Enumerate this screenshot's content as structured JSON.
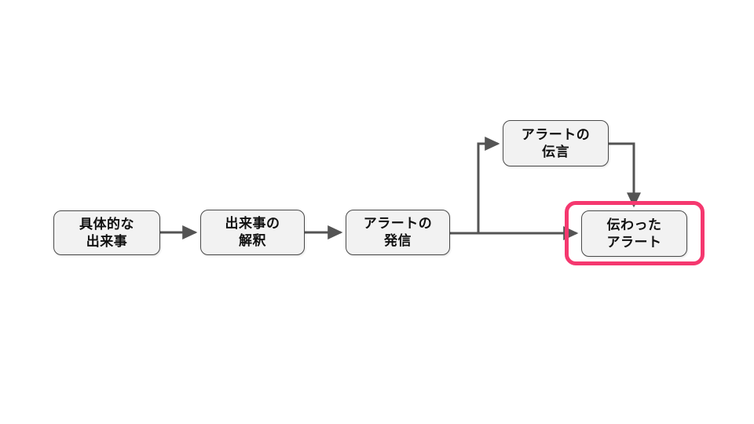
{
  "diagram": {
    "title": "alert-communication-flow",
    "background_color": "#ffffff",
    "node_fill_color": "#f2f2f2",
    "node_border_color": "#4a4a4a",
    "arrow_color": "#545454",
    "highlight_color": "#f5386f",
    "nodes": [
      {
        "id": "concrete-event",
        "line1": "具体的な",
        "line2": "出来事",
        "highlighted": false
      },
      {
        "id": "event-interpretation",
        "line1": "出来事の",
        "line2": "解釈",
        "highlighted": false
      },
      {
        "id": "alert-sending",
        "line1": "アラートの",
        "line2": "発信",
        "highlighted": false
      },
      {
        "id": "alert-relay",
        "line1": "アラートの",
        "line2": "伝言",
        "highlighted": false
      },
      {
        "id": "alert-received",
        "line1": "伝わった",
        "line2": "アラート",
        "highlighted": true
      }
    ],
    "edges": [
      {
        "from": "concrete-event",
        "to": "event-interpretation"
      },
      {
        "from": "event-interpretation",
        "to": "alert-sending"
      },
      {
        "from": "alert-sending",
        "to": "alert-received"
      },
      {
        "from": "alert-sending",
        "to": "alert-relay"
      },
      {
        "from": "alert-relay",
        "to": "alert-received"
      }
    ]
  }
}
